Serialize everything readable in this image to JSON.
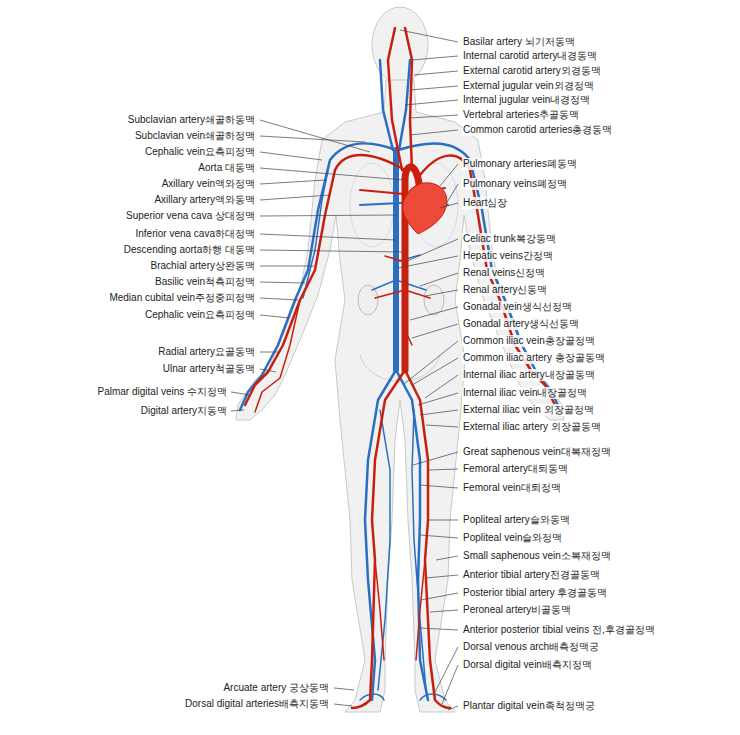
{
  "diagram": {
    "labels": [
      "Subclavian artery쇄골하동맥",
      "Subclavian vein쇄골하정맥",
      "Cephalic vein요측피정맥",
      "Aorta 대동맥",
      "Axillary vein액와정맥",
      "Axillary artery액와동맥",
      "Superior vena cava 상대정맥",
      "Inferior vena cava하대정맥",
      "Descending aorta하행 대동맥",
      "Brachial artery상완동맥",
      "Basilic vein척측피정맥",
      "Median cubital vein주정중피정맥",
      "Cephalic vein요측피정맥",
      "Radial artery요골동맥",
      "Ulnar artery척골동맥",
      "Palmar digital veins 수지정맥",
      "Digital artery지동맥",
      "Arcuate artery 궁상동맥",
      "Dorsal digital arteries배측지동맥",
      "Basilar artery 뇌기저동맥",
      "Internal carotid artery내경동맥",
      "External carotid artery외경동맥",
      "External jugular vein외경정맥",
      "Internal jugular vein내경정맥",
      "Vertebral arteries추골동맥",
      "Common carotid arteries총경동맥",
      "Pulmonary arteries폐동맥",
      "Pulmonary veins폐정맥",
      "Heart심장",
      "Celiac trunk복강동맥",
      "Hepatic veins간정맥",
      "Renal veins신정맥",
      "Renal artery신동맥",
      "Gonadal vein생식선정맥",
      "Gonadal artery생식선동맥",
      "Common iliac vein총장골정맥",
      "Common iliac artery 총장골동맥",
      "Internal iliac artery내장골동맥",
      "Internal iliac vein내장골정맥",
      "External iliac vein 외장골정맥",
      "External iliac artery 외장골동맥",
      "Great saphenous vein대복재정맥",
      "Femoral artery대퇴동맥",
      "Femoral vein대퇴정맥",
      "Popliteal artery슬와동맥",
      "Popliteal vein슬와정맥",
      "Small saphenous vein소복재정맥",
      "Anterior tibial artery전경골동맥",
      "Posterior tibial artery 후경골동맥",
      "Peroneal artery비골동맥",
      "Anterior posterior tibial veins 전,후경골정맥",
      "Dorsal venous arch배측정맥궁",
      "Dorsal digital vein배측지정맥",
      "Plantar digital vein족척정맥궁"
    ]
  }
}
